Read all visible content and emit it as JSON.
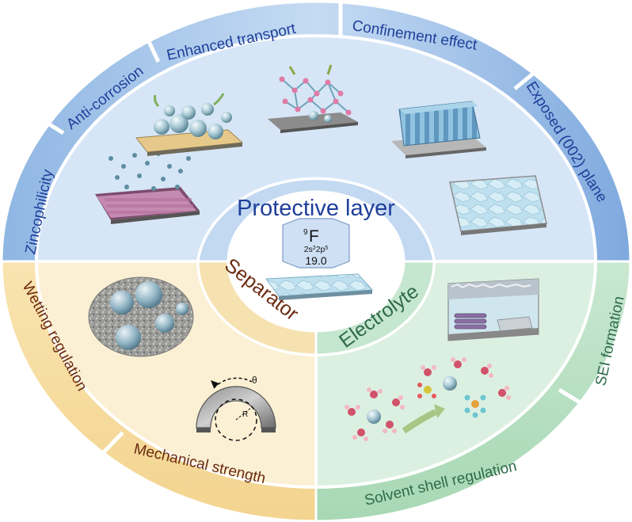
{
  "center": {
    "element_number": "9",
    "element_symbol": "F",
    "config_main_1": "2s",
    "config_sup_1": "2",
    "config_main_2": "2p",
    "config_sup_2": "5",
    "atomic_mass": "19.0"
  },
  "sections": {
    "protective_layer": "Protective layer",
    "separator": "Separator",
    "electrolyte": "Electrolyte"
  },
  "outer_labels": {
    "zincophilicity": "Zincophilicity",
    "anti_corrosion": "Anti-corrosion",
    "enhanced_transport": "Enhanced transport",
    "confinement_effect": "Confinement effect",
    "exposed_002_plane": "Exposed (002) plane",
    "sei_formation": "SEI formation",
    "solvent_shell_regulation": "Solvent shell regulation",
    "mechanical_strength": "Mechanical strength",
    "wetting_regulation": "Wetting regulation"
  },
  "annotations": {
    "theta": "θ",
    "radius": "R"
  },
  "colors": {
    "blue_band": "#a9c9ec",
    "blue_inner": "#dce9f7",
    "blue_text": "#1f3f9a",
    "yellow_band": "#f6dca0",
    "yellow_inner": "#fbefcf",
    "brown_text": "#6b2a10",
    "green_band": "#b7dfc2",
    "green_inner": "#dcefe0",
    "green_text": "#2f6b4a"
  }
}
